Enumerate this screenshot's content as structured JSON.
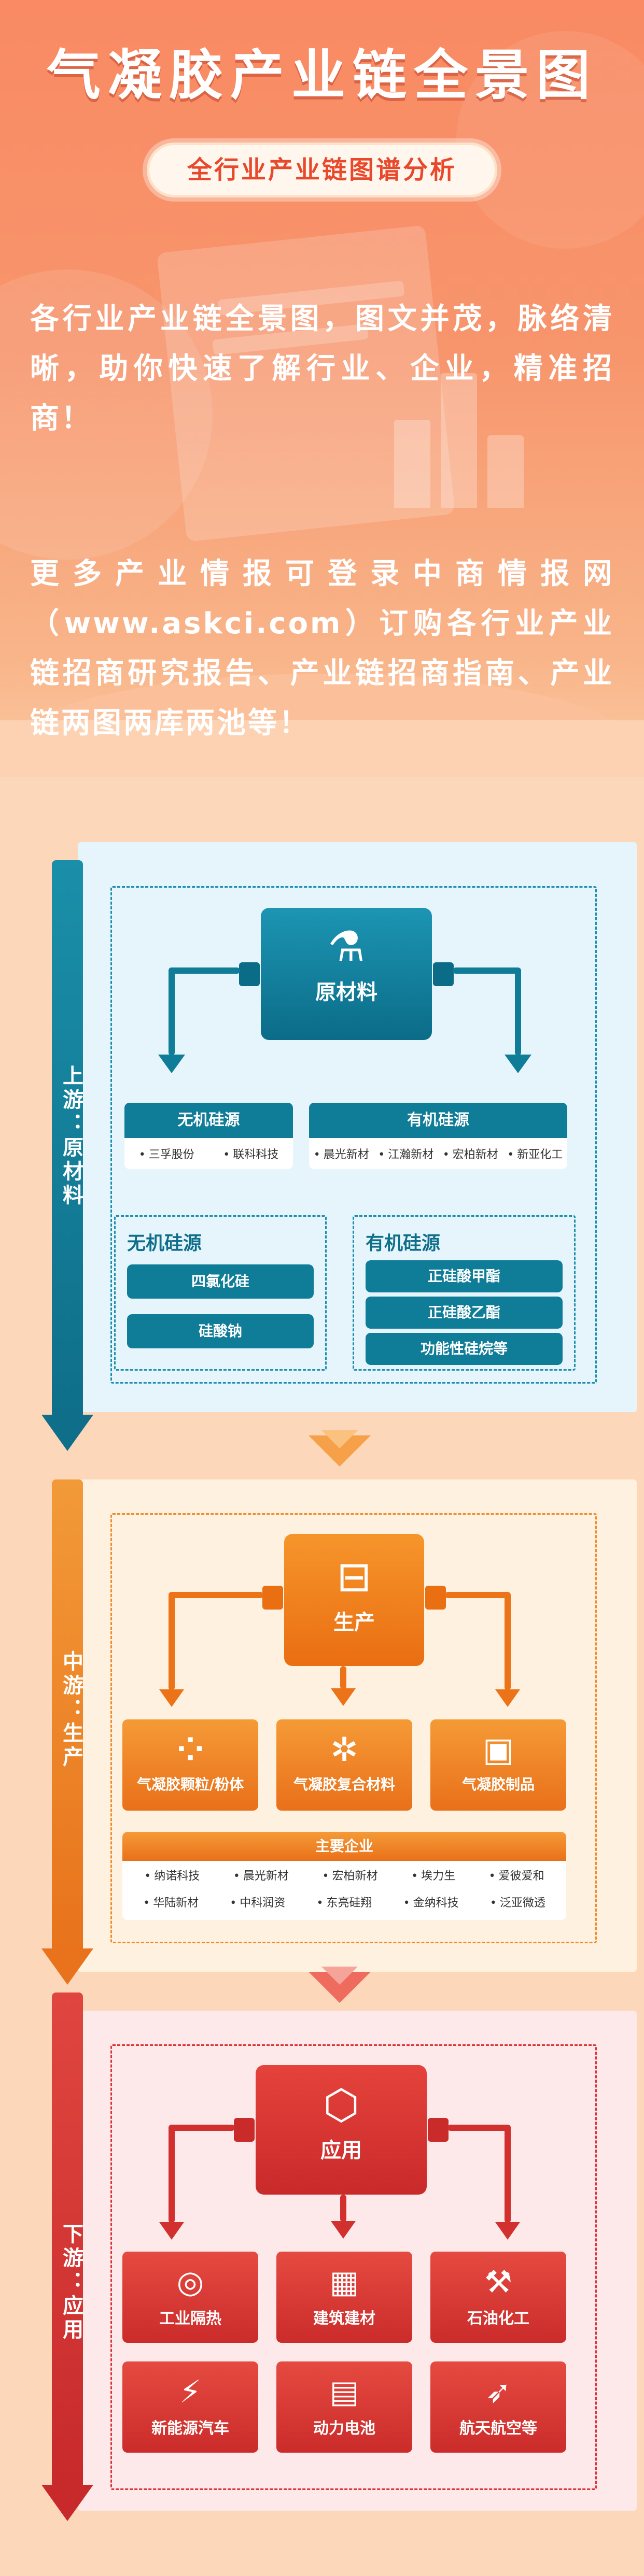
{
  "header": {
    "title": "气凝胶产业链全景图",
    "subtitle": "全行业产业链图谱分析",
    "intro1": "各行业产业链全景图，图文并茂，脉络清晰，助你快速了解行业、企业，精准招商！",
    "intro2": "更多产业情报可登录中商情报网（www.askci.com）订购各行业产业链招商研究报告、产业链招商指南、产业链两图两库两池等！"
  },
  "colors": {
    "upstream": "#0f7c98",
    "midstream": "#ec7318",
    "downstream": "#d1302f",
    "header_bg": "#f98a63"
  },
  "upstream": {
    "label": "上游：原材料",
    "hub": {
      "label": "原材料",
      "icon": "flask-icon"
    },
    "left_card": {
      "title": "无机硅源",
      "companies": [
        "三孚股份",
        "联科科技"
      ]
    },
    "right_card": {
      "title": "有机硅源",
      "companies": [
        "晨光新材",
        "江瀚新材",
        "宏柏新材",
        "新亚化工"
      ]
    },
    "left_group": {
      "title": "无机硅源",
      "items": [
        "四氯化硅",
        "硅酸钠"
      ]
    },
    "right_group": {
      "title": "有机硅源",
      "items": [
        "正硅酸甲酯",
        "正硅酸乙酯",
        "功能性硅烷等"
      ]
    }
  },
  "midstream": {
    "label": "中游：生产",
    "hub": {
      "label": "生产",
      "icon": "box-tray-icon"
    },
    "products": [
      {
        "label": "气凝胶颗粒/粉体",
        "icon": "particles-icon"
      },
      {
        "label": "气凝胶复合材料",
        "icon": "molecule-icon"
      },
      {
        "label": "气凝胶制品",
        "icon": "product-box-icon"
      }
    ],
    "companies_title": "主要企业",
    "companies": [
      [
        "纳诺科技",
        "晨光新材",
        "宏柏新材",
        "埃力生",
        "爱彼爱和"
      ],
      [
        "华陆新材",
        "中科润资",
        "东亮硅翔",
        "金纳科技",
        "泛亚微透"
      ]
    ]
  },
  "downstream": {
    "label": "下游：应用",
    "hub": {
      "label": "应用",
      "icon": "cube-icon"
    },
    "applications": [
      {
        "label": "工业隔热",
        "icon": "pipe-insulation-icon"
      },
      {
        "label": "建筑建材",
        "icon": "building-icon"
      },
      {
        "label": "石油化工",
        "icon": "oil-pump-icon"
      },
      {
        "label": "新能源汽车",
        "icon": "ev-car-icon"
      },
      {
        "label": "动力电池",
        "icon": "battery-icon"
      },
      {
        "label": "航天航空等",
        "icon": "rocket-icon"
      }
    ]
  }
}
